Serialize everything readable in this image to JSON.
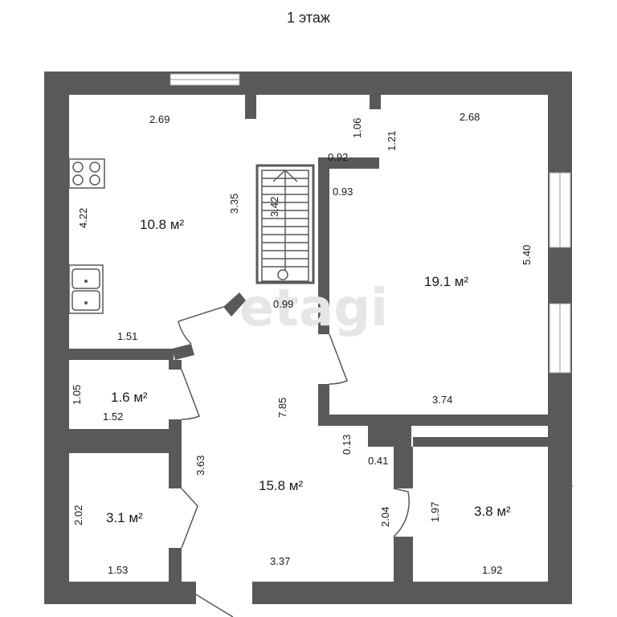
{
  "title": "1 этаж",
  "colors": {
    "wall": "#595959",
    "floor": "#f3f3f3",
    "background": "#ffffff",
    "text": "#1a1a1a",
    "watermark": "#e6e6e6"
  },
  "watermark": "etagi",
  "rooms": [
    {
      "id": "kitchen",
      "area": "10.8 м²"
    },
    {
      "id": "living",
      "area": "19.1 м²"
    },
    {
      "id": "small-room",
      "area": "1.6 м²"
    },
    {
      "id": "hall",
      "area": "15.8 м²"
    },
    {
      "id": "bath",
      "area": "3.1 м²"
    },
    {
      "id": "storage",
      "area": "3.8 м²"
    }
  ],
  "dimensions": {
    "kitchen_top": "2.69",
    "kitchen_left": "4.22",
    "kitchen_right": "3.35",
    "kitchen_bottom": "1.51",
    "stair_length": "3.42",
    "stair_bottom": "0.99",
    "living_top": "2.68",
    "living_right": "5.40",
    "living_bottom": "3.74",
    "nook_a": "1.06",
    "nook_b": "1.21",
    "nook_c": "0.92",
    "nook_d": "0.93",
    "small_left": "1.05",
    "small_bottom": "1.52",
    "hall_center": "7.85",
    "hall_left": "3.63",
    "hall_bottom": "3.37",
    "hall_c1": "0.13",
    "hall_c2": "0.41",
    "hall_right": "2.04",
    "bath_left": "2.02",
    "bath_bottom": "1.53",
    "storage_left": "1.97",
    "storage_bottom": "1.92"
  }
}
